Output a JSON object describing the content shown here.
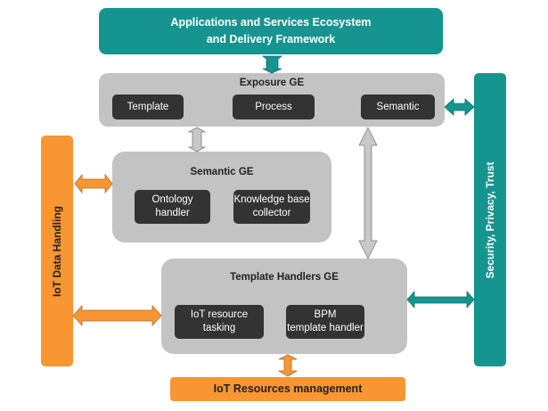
{
  "diagram": {
    "top_box": {
      "line1": "Applications and Services Ecosystem",
      "line2": "and Delivery Framework"
    },
    "exposure_ge": {
      "title": "Exposure GE",
      "components": [
        "Template",
        "Process",
        "Semantic"
      ]
    },
    "semantic_ge": {
      "title": "Semantic GE",
      "components": [
        {
          "line1": "Ontology",
          "line2": "handler"
        },
        {
          "line1": "Knowledge base",
          "line2": "collector"
        }
      ]
    },
    "template_handlers_ge": {
      "title": "Template Handlers GE",
      "components": [
        {
          "line1": "IoT resource",
          "line2": "tasking"
        },
        {
          "line1": "BPM",
          "line2": "template handler"
        }
      ]
    },
    "left_bar": "IoT Data Handling",
    "right_bar": "Security, Privacy, Trust",
    "bottom_box": "IoT Resources management",
    "colors": {
      "teal": "#16948f",
      "orange": "#f79632",
      "grey": "#c3c3c3",
      "dark": "#333333"
    }
  }
}
